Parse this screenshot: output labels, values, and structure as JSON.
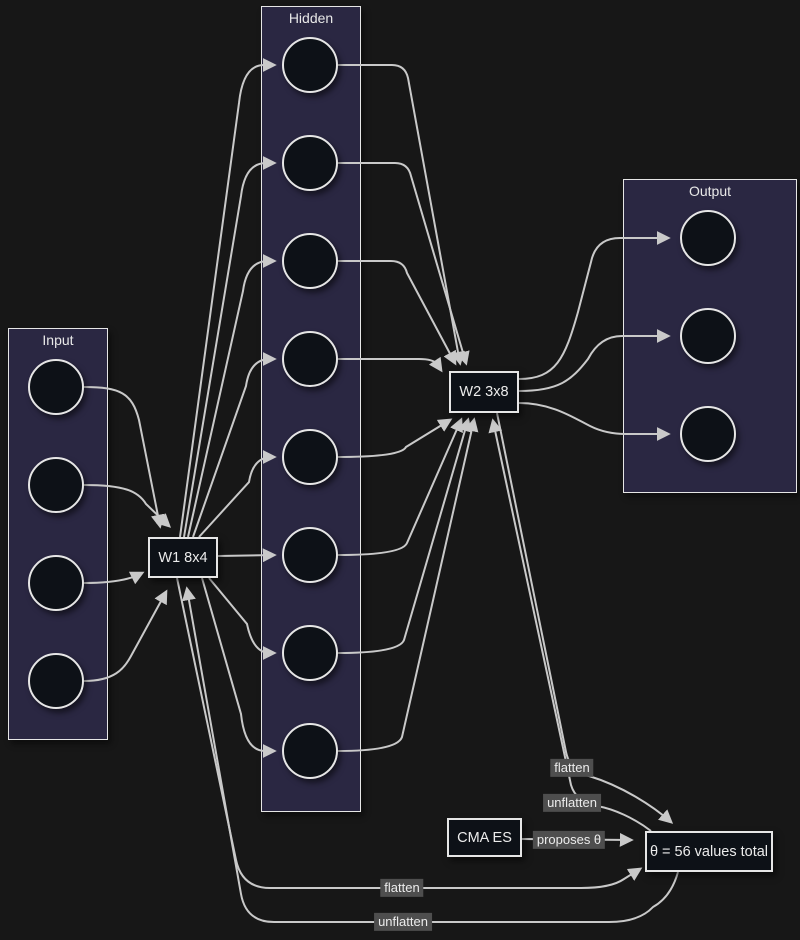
{
  "diagram": {
    "type": "neural-network-flowchart",
    "subgraphs": [
      {
        "id": "input",
        "label": "Input",
        "node_count": 4
      },
      {
        "id": "hidden",
        "label": "Hidden",
        "node_count": 8
      },
      {
        "id": "output",
        "label": "Output",
        "node_count": 3
      }
    ],
    "nodes": {
      "w1": "W1 8x4",
      "w2": "W2 3x8",
      "cma": "CMA ES",
      "theta": "θ = 56 values total"
    },
    "edge_labels": {
      "w2_to_theta": "flatten",
      "theta_to_w2": "unflatten",
      "cma_to_theta": "proposes θ",
      "w1_to_theta": "flatten",
      "theta_to_w1": "unflatten"
    },
    "colors": {
      "background": "#171717",
      "subgraph_fill": "#2a2742",
      "node_fill": "#0d1117",
      "border": "#e6e6e6",
      "edge": "#c9c9c9",
      "edge_label_bg": "#4e4e4e",
      "text": "#ececec"
    }
  }
}
